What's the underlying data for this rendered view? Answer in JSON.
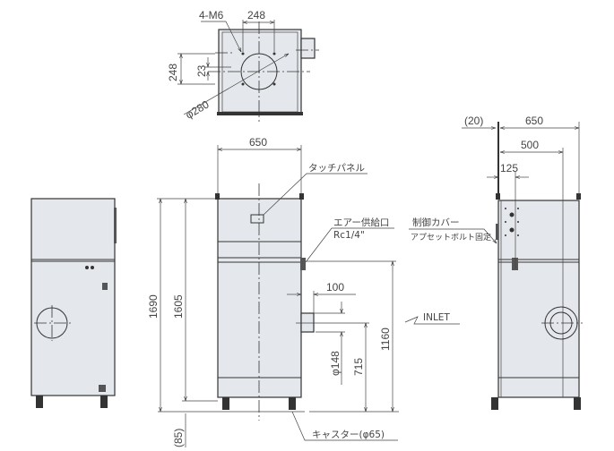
{
  "top_view": {
    "bolt_label": "4-M6",
    "dim_pitch_h": "248",
    "dim_pitch_v": "248",
    "dim_offset": "23",
    "dim_diameter": "φ280"
  },
  "front_view": {
    "dim_width": "650",
    "dim_total_height": "1690",
    "dim_body_height": "1605",
    "dim_caster": "(85)",
    "dim_inlet_height": "715",
    "dim_top_height": "1160",
    "dim_inlet_protrusion": "100",
    "dim_inlet_diameter": "φ148",
    "touch_panel_label": "タッチパネル",
    "air_supply_label": "エアー供給口",
    "air_supply_spec": "Rc1/4\"",
    "inlet_label": "INLET",
    "caster_label": "キャスター(φ65)"
  },
  "side_view": {
    "dim_offset": "(20)",
    "dim_depth": "650",
    "dim_500": "500",
    "dim_125": "125",
    "control_cover_label": "制御カバー",
    "control_cover_note": "アプセットボルト固定"
  },
  "colors": {
    "body_fill": "#e4e8ec",
    "line": "#333333",
    "text": "#444444"
  }
}
